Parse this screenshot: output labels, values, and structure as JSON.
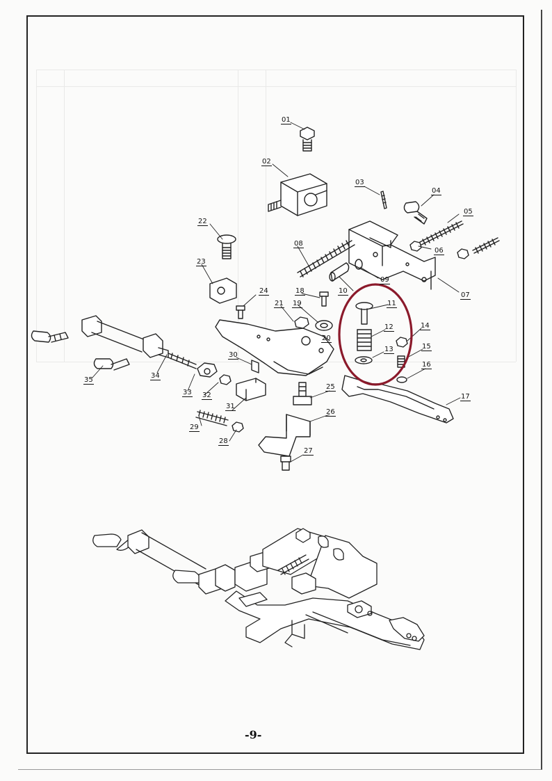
{
  "labels": {
    "p01": "01",
    "p02": "02",
    "p03": "03",
    "p04": "04",
    "p05": "05",
    "p06": "06",
    "p07": "07",
    "p08": "08",
    "p09": "09",
    "p10": "10",
    "p11": "11",
    "p12": "12",
    "p13": "13",
    "p14": "14",
    "p15": "15",
    "p16": "16",
    "p17": "17",
    "p18": "18",
    "p19": "19",
    "p20": "20",
    "p21": "21",
    "p22": "22",
    "p23": "23",
    "p24": "24",
    "p25": "25",
    "p26": "26",
    "p27": "27",
    "p28": "28",
    "p29": "29",
    "p30": "30",
    "p31": "31",
    "p32": "32",
    "p33": "33",
    "p34": "34",
    "p35": "35"
  },
  "page_number": "-9-",
  "colors": {
    "ink": "#222222",
    "highlight": "#8b1a2b",
    "paper": "#fbfbfa"
  }
}
